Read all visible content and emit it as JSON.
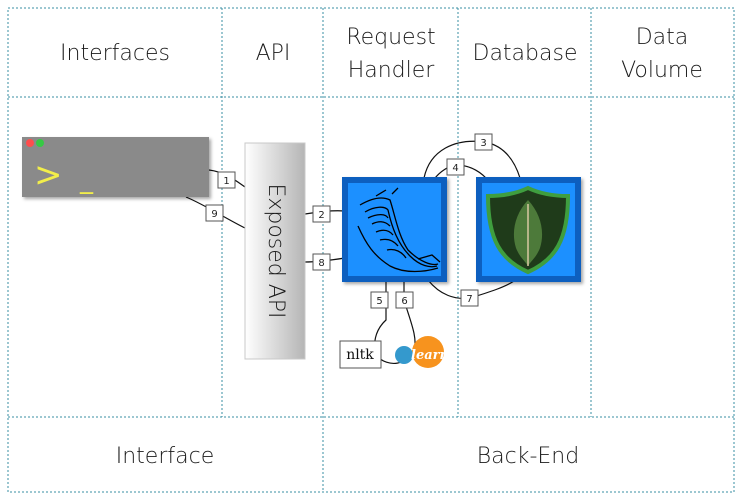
{
  "columns": {
    "interfaces": "Interfaces",
    "api": "API",
    "handler_line1": "Request",
    "handler_line2": "Handler",
    "database": "Database",
    "volume_line1": "Data",
    "volume_line2": "Volume"
  },
  "footer": {
    "interface": "Interface",
    "backend": "Back-End"
  },
  "api_box": {
    "label": "Exposed API"
  },
  "terminal": {
    "prompt": ">",
    "cursor": "_"
  },
  "libraries": {
    "nltk": "nltk",
    "sklearn": "learn"
  },
  "edges": {
    "e1": "1",
    "e2": "2",
    "e3": "3",
    "e4": "4",
    "e5": "5",
    "e6": "6",
    "e7": "7",
    "e8": "8",
    "e9": "9"
  },
  "icons": {
    "flask": "flask-horn-icon",
    "mongodb": "mongodb-leaf-icon",
    "terminal": "terminal-window-icon",
    "sklearn": "scikit-learn-logo-icon"
  },
  "colors": {
    "grid_line": "#3a8fa3",
    "tile_blue": "#1e90ff",
    "tile_border": "#0a5fbf",
    "terminal_gray": "#8a8a8a",
    "prompt_yellow": "#f2ee4a",
    "mongo_shield": "#3f9e3f",
    "mongo_leaf": "#4d7a3a",
    "sklearn_orange": "#f7931e",
    "sklearn_blue": "#3499cd"
  }
}
